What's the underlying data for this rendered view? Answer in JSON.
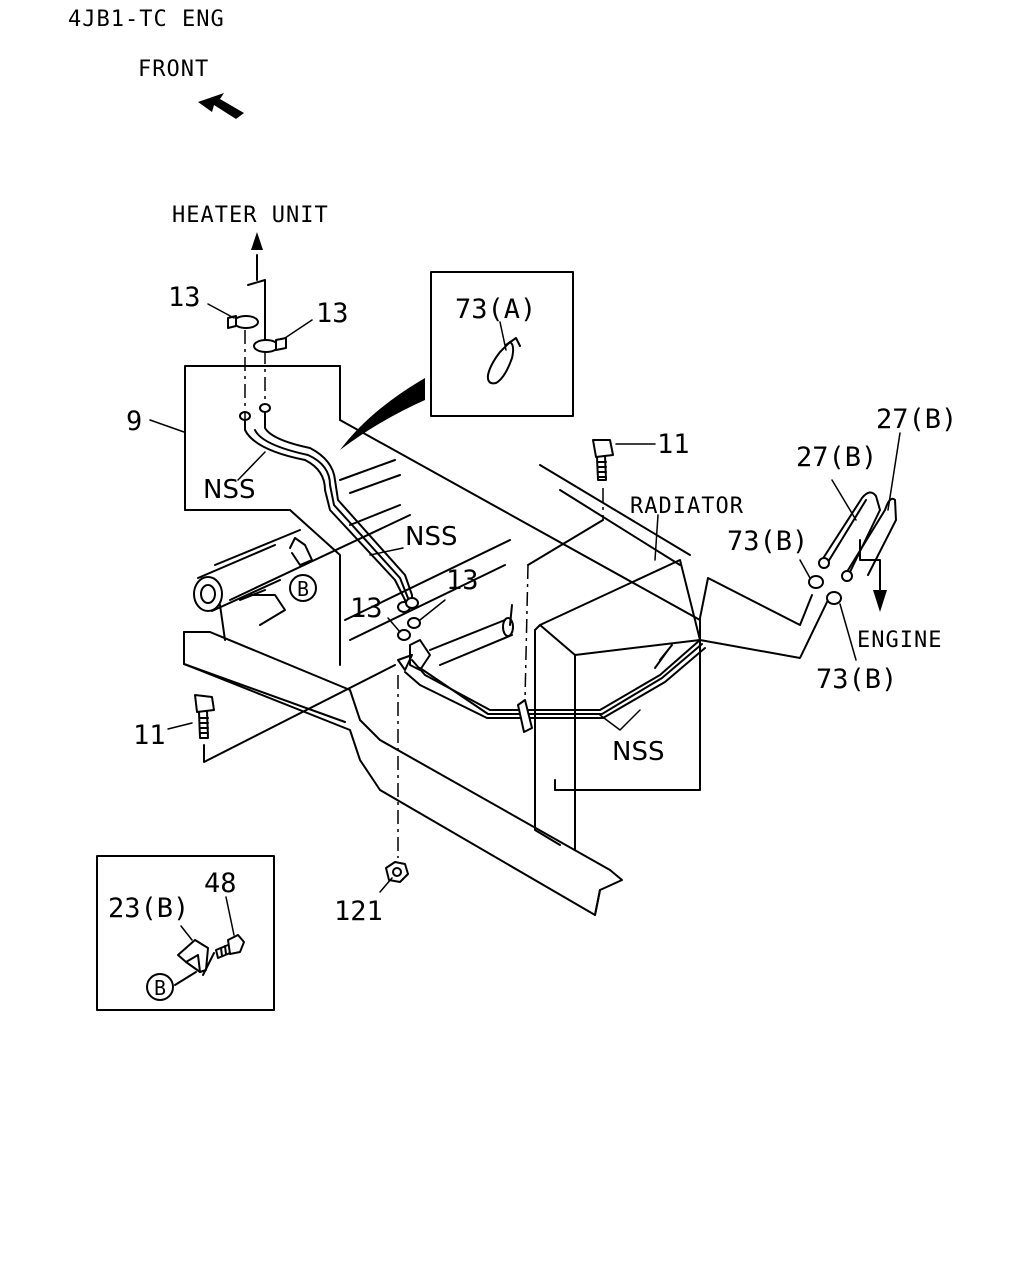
{
  "header": {
    "engine": "4JB1-TC ENG",
    "front": "FRONT"
  },
  "routing": {
    "heater_unit": "HEATER UNIT",
    "radiator": "RADIATOR",
    "engine": "ENGINE",
    "nss": "NSS",
    "bracket_ref": "B"
  },
  "callouts": {
    "hose_clamp": "13",
    "hose_assembly": "9",
    "bolt": "11",
    "engine_hose": "27(B)",
    "clip_b": "73(B)",
    "clip_a": "73(A)",
    "nut": "121",
    "bracket": "23(B)",
    "bracket_bolt": "48"
  }
}
